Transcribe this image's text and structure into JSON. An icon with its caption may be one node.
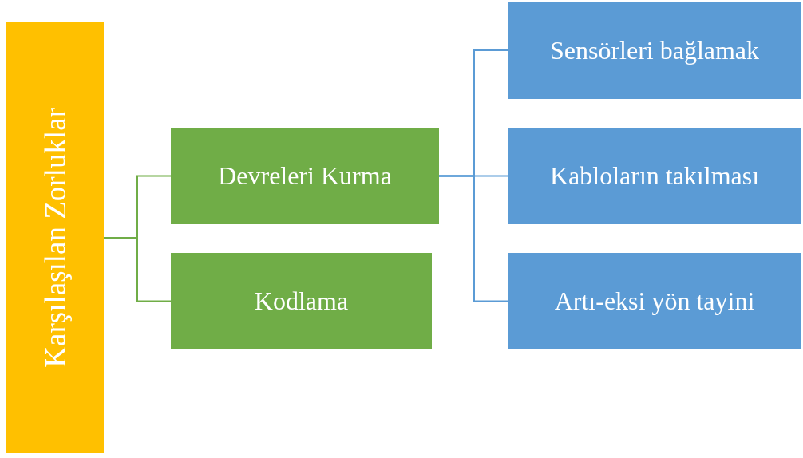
{
  "diagram": {
    "nodes": [
      {
        "text": [
          "Karşılaşılan Zorluklar"
        ]
      },
      {
        "text": [
          "Devreleri Kurma"
        ]
      },
      {
        "text": [
          "Kodlama"
        ]
      },
      {
        "text": [
          "Sensörleri bağlamak"
        ]
      },
      {
        "text": [
          "Kabloların takılması"
        ]
      },
      {
        "text": [
          "Artı-eksi yön tayini"
        ]
      }
    ],
    "edges": [
      {
        "from": 0,
        "to": 1,
        "arrow": "none",
        "color": "#70ad47"
      },
      {
        "from": 0,
        "to": 2,
        "arrow": "none",
        "color": "#70ad47"
      },
      {
        "from": 1,
        "to": 3,
        "arrow": "none"
      },
      {
        "from": 1,
        "to": 4,
        "arrow": "none"
      },
      {
        "from": 1,
        "to": 5,
        "arrow": "none"
      }
    ]
  }
}
